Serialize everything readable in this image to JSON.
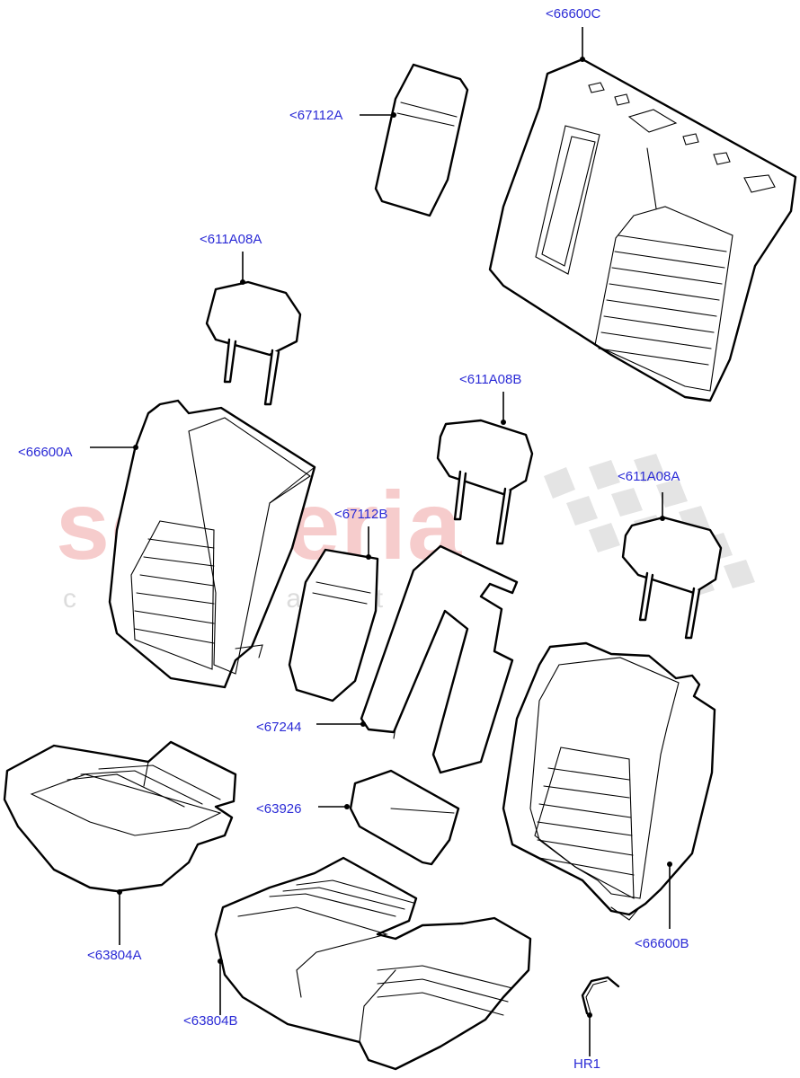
{
  "watermark": {
    "brand": "scuderia",
    "sub": "c a r   p a r t s",
    "brand_color": "#f3c4c4",
    "sub_color": "#d9d9d9"
  },
  "callouts": {
    "c66600C": "<66600C",
    "c67112A": "<67112A",
    "c611A08A_1": "<611A08A",
    "c611A08B": "<611A08B",
    "c66600A": "<66600A",
    "c67112B": "<67112B",
    "c611A08A_2": "<611A08A",
    "c67244": "<67244",
    "c63926": "<63926",
    "c63804A": "<63804A",
    "c63804B": "<63804B",
    "c66600B": "<66600B",
    "cHR1": "HR1"
  },
  "colors": {
    "label": "#2b2bd6",
    "line": "#000000"
  }
}
